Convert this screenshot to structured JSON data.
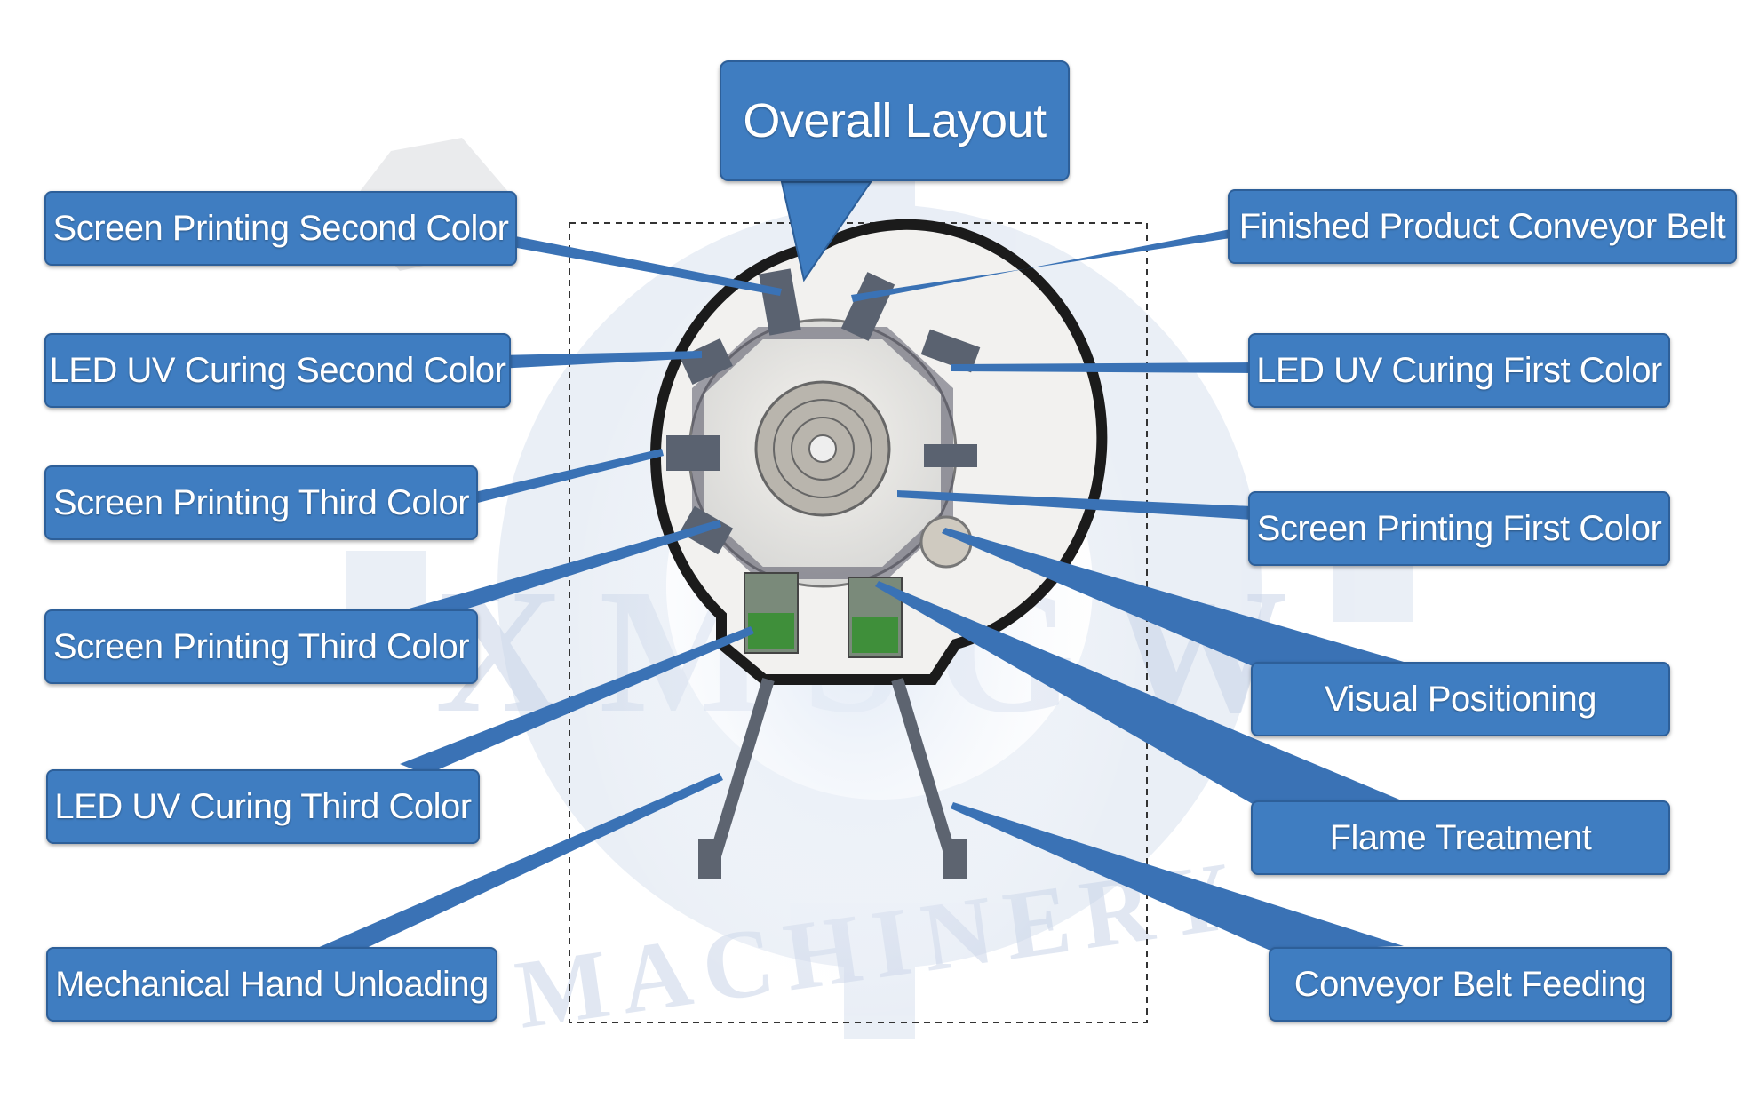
{
  "title": "Overall Layout",
  "watermark": {
    "brand": "XMSGW",
    "subtitle": "MACHINERY"
  },
  "labels": {
    "left": [
      "Screen Printing Second Color",
      "LED UV Curing Second Color",
      "Screen Printing Third Color",
      "Screen Printing Third Color",
      "LED UV Curing Third Color",
      "Mechanical Hand Unloading"
    ],
    "right": [
      "Finished Product Conveyor Belt",
      "LED UV Curing First Color",
      "Screen Printing First Color",
      "Visual Positioning",
      "Flame Treatment",
      "Conveyor Belt Feeding"
    ]
  },
  "colors": {
    "box": "#3f7dc1",
    "box_border": "#2d5f99",
    "leader": "#3a72b5",
    "machine_green": "#3f8f3a"
  }
}
